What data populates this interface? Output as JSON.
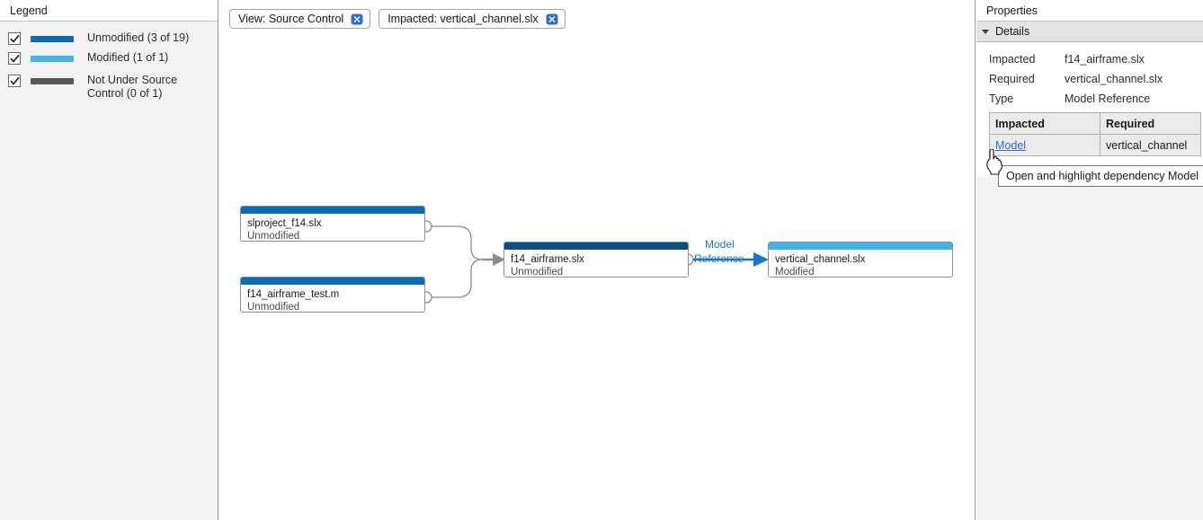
{
  "legend": {
    "title": "Legend",
    "items": [
      {
        "label": "Unmodified (3 of 19)",
        "color": "#0a6cb5",
        "checked": true,
        "icon": "checkbox-checked"
      },
      {
        "label": "Modified (1 of 1)",
        "color": "#40b4ed",
        "checked": true,
        "icon": "checkbox-checked"
      },
      {
        "label": "Not Under Source Control (0 of 1)",
        "color": "#575757",
        "checked": true,
        "icon": "checkbox-checked"
      }
    ]
  },
  "toolbar": {
    "chips": [
      {
        "label": "View: Source Control",
        "close_icon": "close-circle-icon"
      },
      {
        "label": "Impacted: vertical_channel.slx",
        "close_icon": "close-circle-icon"
      }
    ]
  },
  "graph": {
    "nodes": [
      {
        "id": "slproject",
        "title": "slproject_f14.slx",
        "status": "Unmodified",
        "header_color": "#0a6cb5"
      },
      {
        "id": "f14test",
        "title": "f14_airframe_test.m",
        "status": "Unmodified",
        "header_color": "#0a6cb5"
      },
      {
        "id": "f14airframe",
        "title": "f14_airframe.slx",
        "status": "Unmodified",
        "header_color": "#064f87"
      },
      {
        "id": "verticalchannel",
        "title": "vertical_channel.slx",
        "status": "Modified",
        "header_color": "#40b4ed"
      }
    ],
    "edge_label": {
      "line1": "Model",
      "line2": "Reference",
      "color": "#1f76c4"
    }
  },
  "properties": {
    "title": "Properties",
    "section": "Details",
    "rows": [
      {
        "key": "Impacted",
        "value": "f14_airframe.slx"
      },
      {
        "key": "Required",
        "value": "vertical_channel.slx"
      },
      {
        "key": "Type",
        "value": "Model Reference"
      }
    ],
    "table": {
      "headers": [
        "Impacted",
        "Required"
      ],
      "rows": [
        {
          "impacted": "Model",
          "required": "vertical_channel"
        }
      ]
    },
    "tooltip": "Open and highlight dependency Model"
  }
}
